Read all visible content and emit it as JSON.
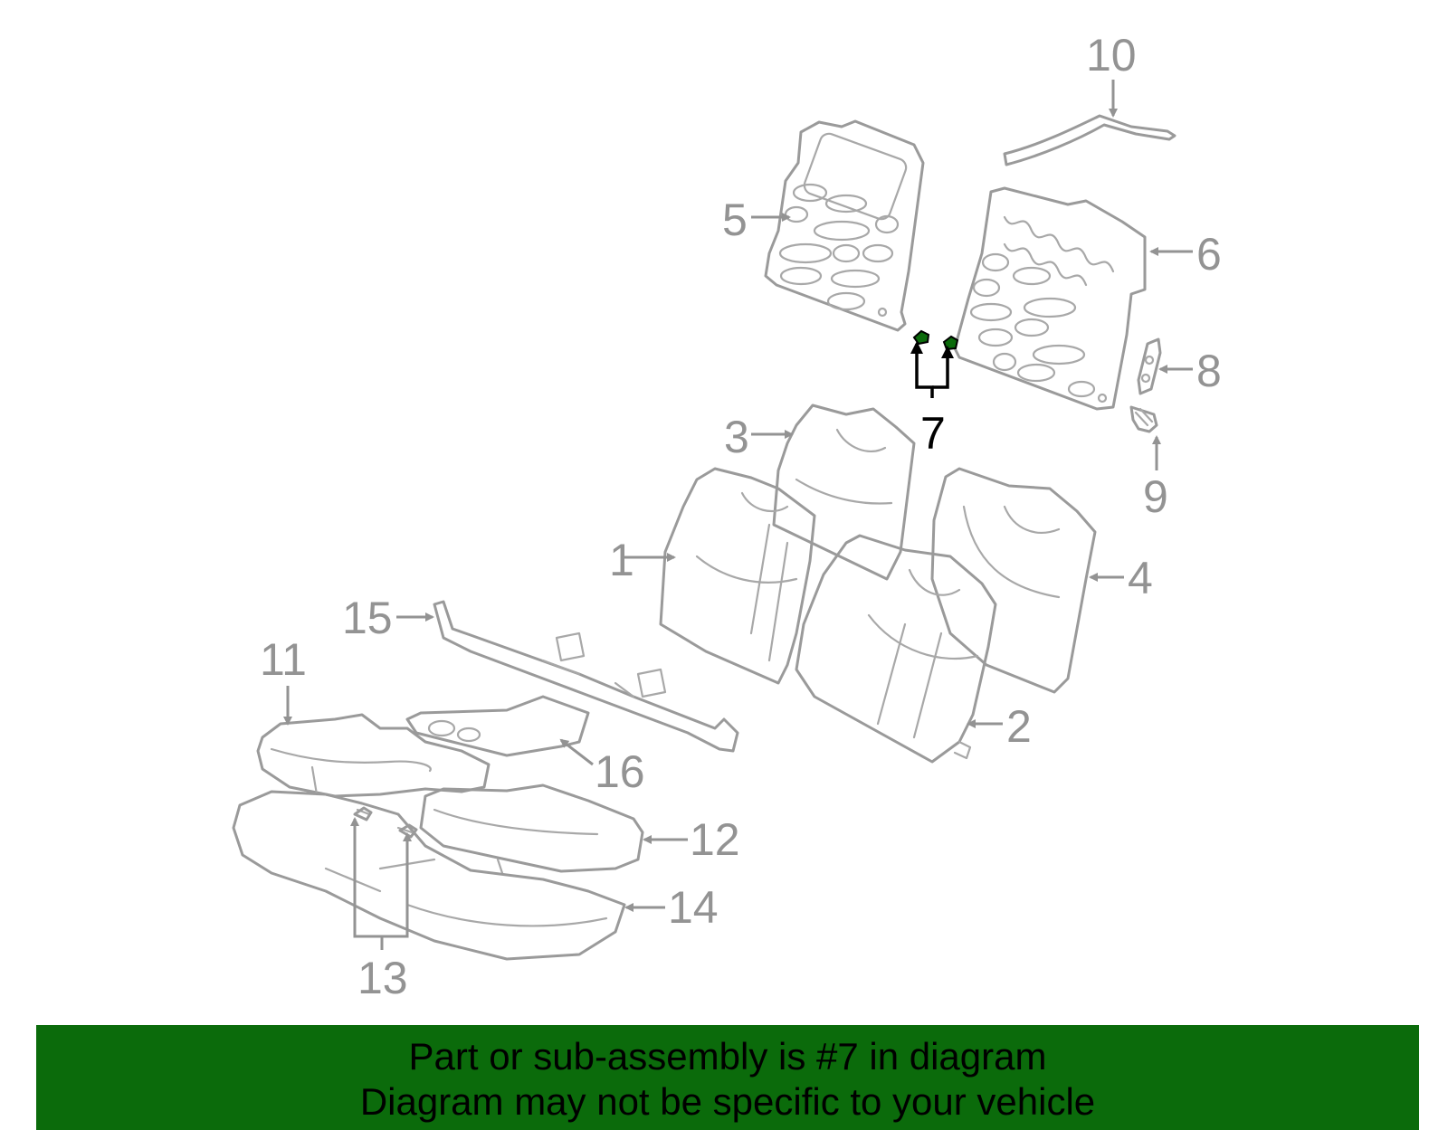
{
  "diagram": {
    "callouts": [
      {
        "id": "1",
        "label": "1"
      },
      {
        "id": "2",
        "label": "2"
      },
      {
        "id": "3",
        "label": "3"
      },
      {
        "id": "4",
        "label": "4"
      },
      {
        "id": "5",
        "label": "5"
      },
      {
        "id": "6",
        "label": "6"
      },
      {
        "id": "7",
        "label": "7"
      },
      {
        "id": "8",
        "label": "8"
      },
      {
        "id": "9",
        "label": "9"
      },
      {
        "id": "10",
        "label": "10"
      },
      {
        "id": "11",
        "label": "11"
      },
      {
        "id": "12",
        "label": "12"
      },
      {
        "id": "13",
        "label": "13"
      },
      {
        "id": "14",
        "label": "14"
      },
      {
        "id": "15",
        "label": "15"
      },
      {
        "id": "16",
        "label": "16"
      }
    ],
    "highlighted_part": "7",
    "colors": {
      "line": "#9a9a9a",
      "highlight": "#000000",
      "part_fill": "#0b6b0b",
      "banner": "#0b6b0b"
    }
  },
  "banner": {
    "line1": "Part or sub-assembly is #7 in diagram",
    "line2": "Diagram may not be specific to your vehicle"
  }
}
